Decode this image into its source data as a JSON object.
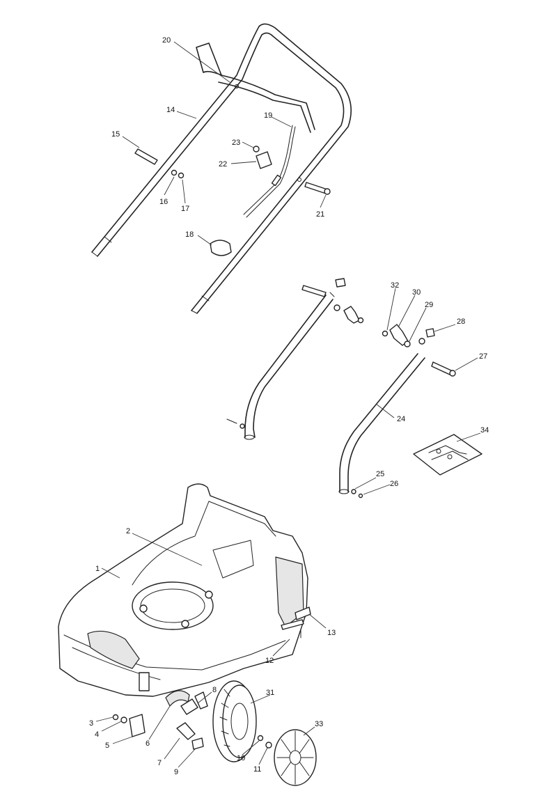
{
  "callouts": [
    "1",
    "2",
    "3",
    "4",
    "5",
    "6",
    "7",
    "8",
    "9",
    "10",
    "11",
    "12",
    "13",
    "14",
    "15",
    "16",
    "17",
    "18",
    "19",
    "20",
    "21",
    "22",
    "23",
    "24",
    "25",
    "26",
    "27",
    "28",
    "29",
    "30",
    "31",
    "32",
    "33",
    "34"
  ]
}
